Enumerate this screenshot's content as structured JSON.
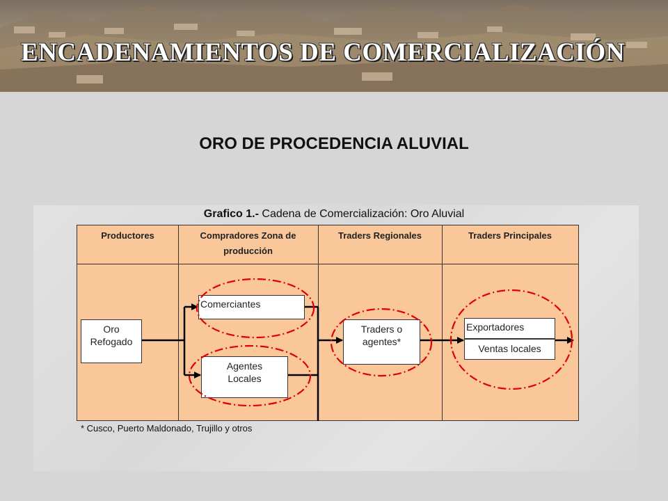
{
  "banner": {
    "title": "ENCADENAMIENTOS DE COMERCIALIZACIÓN"
  },
  "heading": "ORO DE PROCEDENCIA ALUVIAL",
  "caption": {
    "bold": "Grafico 1.-",
    "rest": " Cadena de Comercialización: Oro Aluvial"
  },
  "columns": [
    {
      "label": "Productores"
    },
    {
      "label": "Compradores Zona de producción"
    },
    {
      "label": "Traders Regionales"
    },
    {
      "label": "Traders Principales"
    }
  ],
  "nodes": {
    "oro": "Oro Refogado",
    "comerciantes": "Comerciantes",
    "agentes": "Agentes Locales",
    "traders": "Traders o agentes*",
    "exportadores": "Exportadores",
    "ventas": "Ventas locales"
  },
  "footnote": "* Cusco, Puerto Maldonado, Trujillo y otros",
  "colors": {
    "chart_bg": "#fac79a",
    "highlight": "#e00000",
    "banner_text": "#ffffff"
  }
}
